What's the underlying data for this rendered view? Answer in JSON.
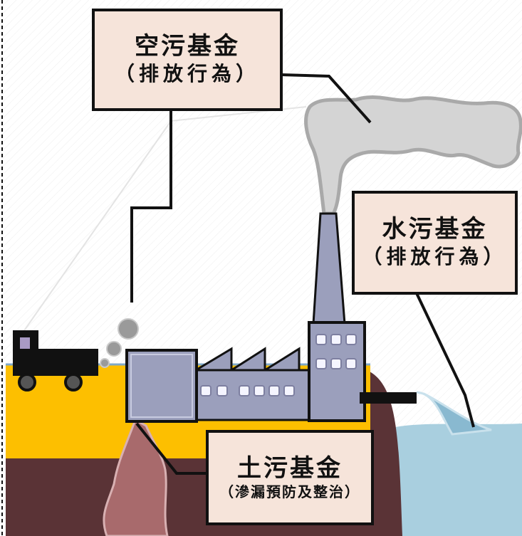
{
  "labels": {
    "air": {
      "title": "空污基金",
      "subtitle": "（排放行為）"
    },
    "water": {
      "title": "水污基金",
      "subtitle": "（排放行為）"
    },
    "soil": {
      "title": "土污基金",
      "subtitle": "（滲漏預防及整治）"
    }
  },
  "colors": {
    "label_fill": "#f6e4da",
    "ground_yellow": "#fdbf00",
    "soil_brown": "#5a3336",
    "leak_pink": "#a86a6c",
    "water_blue": "#a9cfdf",
    "factory_gray": "#9b9fbc",
    "smoke_gray": "#d4d4d4",
    "truck_black": "#111111"
  },
  "icons": {
    "truck": "truck-icon",
    "factory": "factory-icon",
    "smoke": "smoke-cloud-icon"
  }
}
